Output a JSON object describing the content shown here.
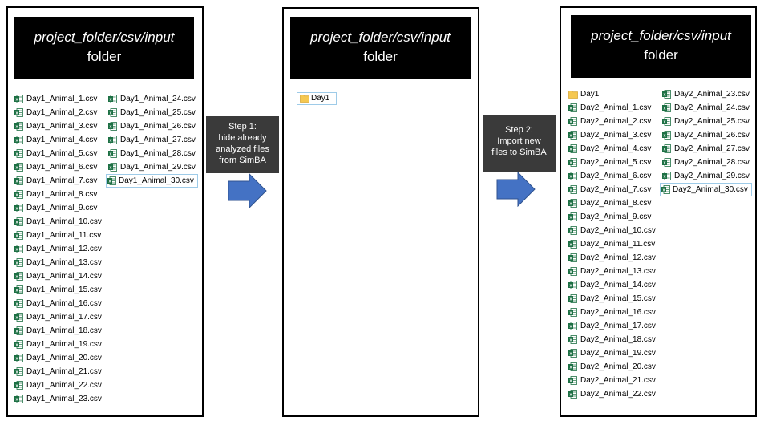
{
  "panels": [
    {
      "header_path": "project_folder/csv/input",
      "header_sub": "folder",
      "files_col1": [
        "Day1_Animal_1.csv",
        "Day1_Animal_2.csv",
        "Day1_Animal_3.csv",
        "Day1_Animal_4.csv",
        "Day1_Animal_5.csv",
        "Day1_Animal_6.csv",
        "Day1_Animal_7.csv",
        "Day1_Animal_8.csv",
        "Day1_Animal_9.csv",
        "Day1_Animal_10.csv",
        "Day1_Animal_11.csv",
        "Day1_Animal_12.csv",
        "Day1_Animal_13.csv",
        "Day1_Animal_14.csv",
        "Day1_Animal_15.csv",
        "Day1_Animal_16.csv",
        "Day1_Animal_17.csv",
        "Day1_Animal_18.csv",
        "Day1_Animal_19.csv",
        "Day1_Animal_20.csv",
        "Day1_Animal_21.csv",
        "Day1_Animal_22.csv",
        "Day1_Animal_23.csv"
      ],
      "files_col2": [
        "Day1_Animal_24.csv",
        "Day1_Animal_25.csv",
        "Day1_Animal_26.csv",
        "Day1_Animal_27.csv",
        "Day1_Animal_28.csv",
        "Day1_Animal_29.csv",
        "Day1_Animal_30.csv"
      ]
    },
    {
      "header_path": "project_folder/csv/input",
      "header_sub": "folder",
      "folder": "Day1"
    },
    {
      "header_path": "project_folder/csv/input",
      "header_sub": "folder",
      "folder": "Day1",
      "files_col1": [
        "Day2_Animal_1.csv",
        "Day2_Animal_2.csv",
        "Day2_Animal_3.csv",
        "Day2_Animal_4.csv",
        "Day2_Animal_5.csv",
        "Day2_Animal_6.csv",
        "Day2_Animal_7.csv",
        "Day2_Animal_8.csv",
        "Day2_Animal_9.csv",
        "Day2_Animal_10.csv",
        "Day2_Animal_11.csv",
        "Day2_Animal_12.csv",
        "Day2_Animal_13.csv",
        "Day2_Animal_14.csv",
        "Day2_Animal_15.csv",
        "Day2_Animal_16.csv",
        "Day2_Animal_17.csv",
        "Day2_Animal_18.csv",
        "Day2_Animal_19.csv",
        "Day2_Animal_20.csv",
        "Day2_Animal_21.csv",
        "Day2_Animal_22.csv"
      ],
      "files_col2": [
        "Day2_Animal_23.csv",
        "Day2_Animal_24.csv",
        "Day2_Animal_25.csv",
        "Day2_Animal_26.csv",
        "Day2_Animal_27.csv",
        "Day2_Animal_28.csv",
        "Day2_Animal_29.csv",
        "Day2_Animal_30.csv"
      ]
    }
  ],
  "steps": [
    {
      "lines": [
        "Step 1:",
        "hide already",
        "analyzed files",
        "from SimBA"
      ]
    },
    {
      "lines": [
        "Step 2:",
        "Import new",
        "files to SimBA"
      ]
    }
  ],
  "colors": {
    "header_bg": "#000000",
    "step_bg": "#3a3a3a",
    "arrow": "#4472c4",
    "excel_green": "#1d7044",
    "folder_yellow": "#f5c851",
    "selection_border": "#9ecbe8"
  },
  "icons": {
    "file": "excel-csv-icon",
    "folder": "folder-icon",
    "arrow": "right-arrow-icon"
  }
}
